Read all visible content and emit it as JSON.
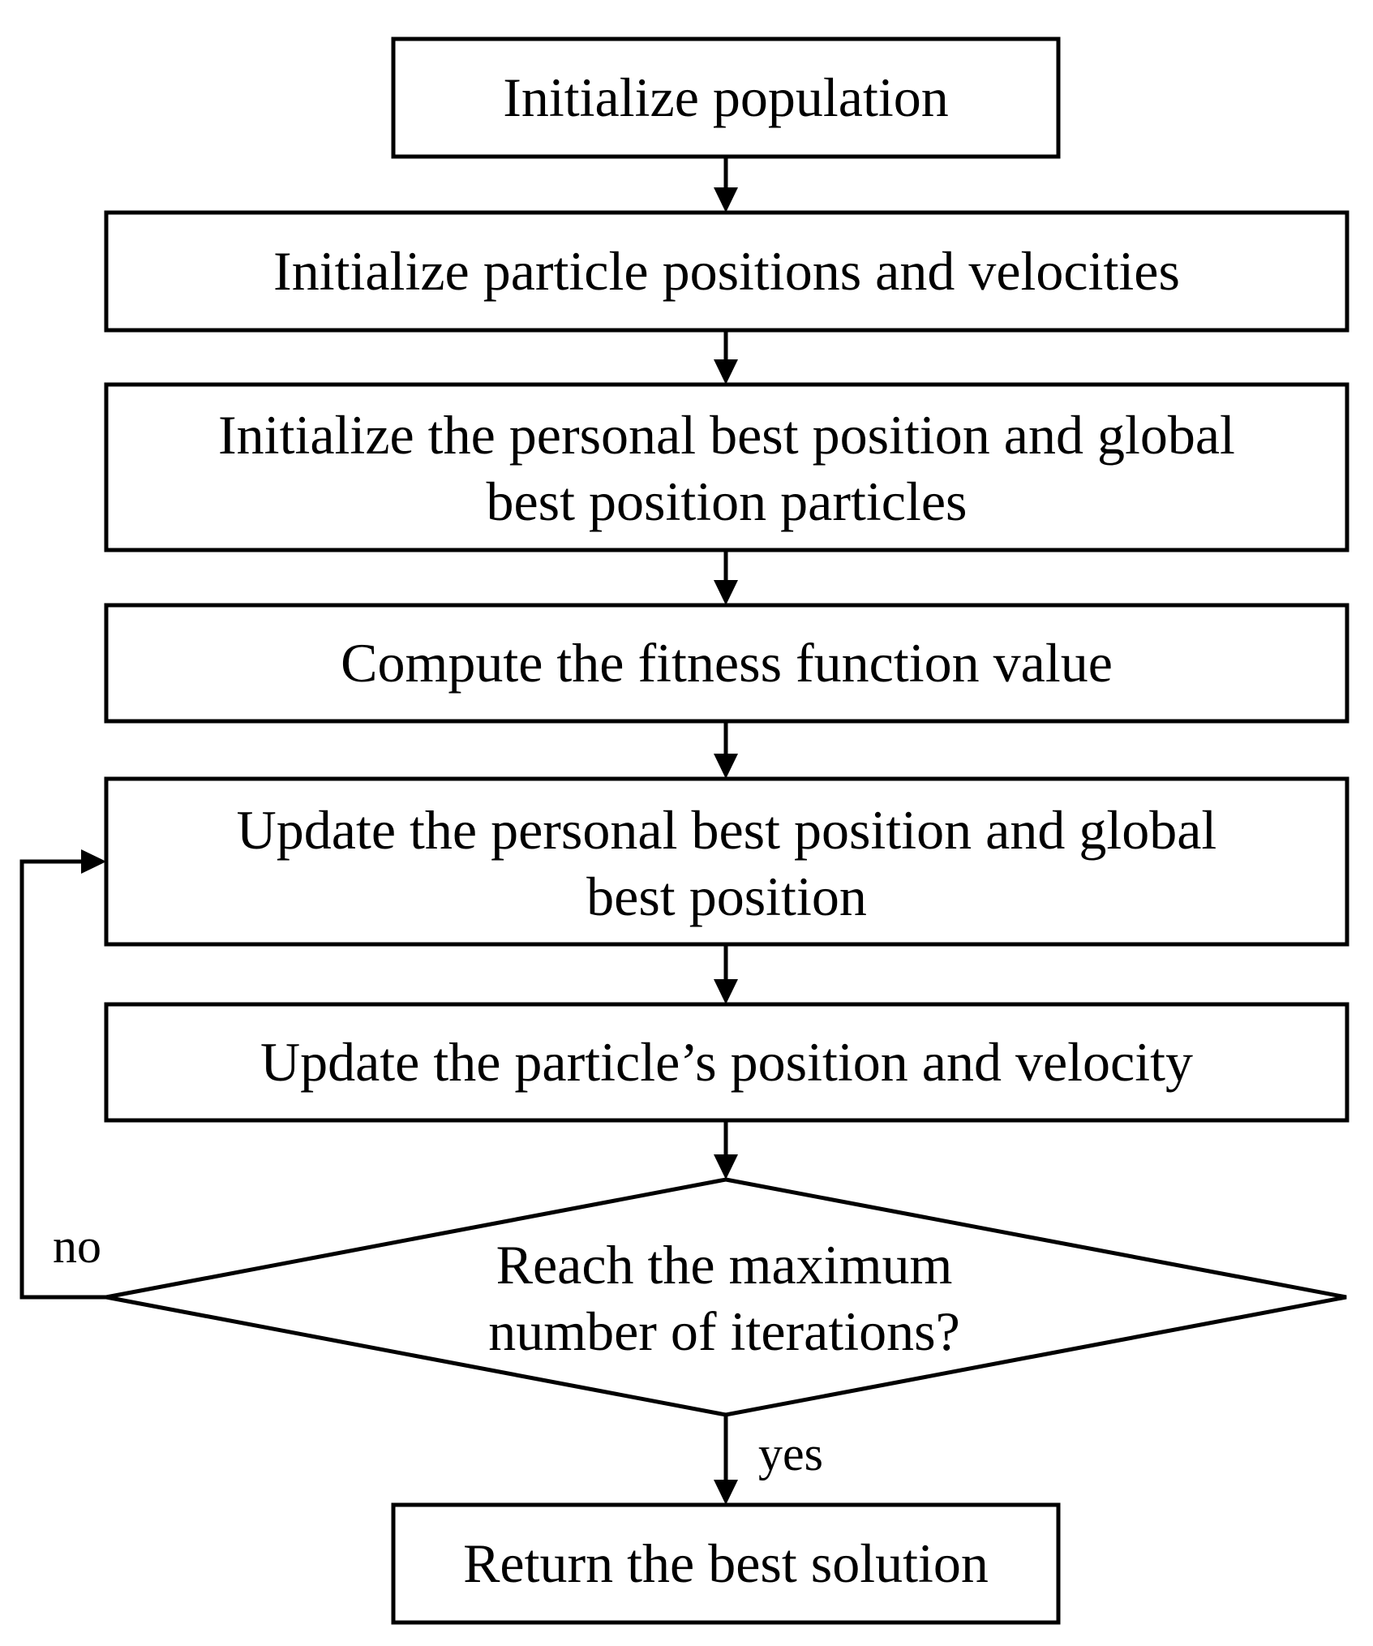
{
  "flowchart": {
    "nodes": [
      {
        "id": "init-population",
        "shape": "rectangle",
        "lines": [
          "Initialize population"
        ]
      },
      {
        "id": "init-positions",
        "shape": "rectangle",
        "lines": [
          "Initialize particle positions and velocities"
        ]
      },
      {
        "id": "init-best",
        "shape": "rectangle",
        "lines": [
          "Initialize the personal best position and global",
          "best position particles"
        ]
      },
      {
        "id": "compute-fitness",
        "shape": "rectangle",
        "lines": [
          "Compute the fitness function value"
        ]
      },
      {
        "id": "update-best",
        "shape": "rectangle",
        "lines": [
          "Update the personal best position and global",
          "best position"
        ]
      },
      {
        "id": "update-particle",
        "shape": "rectangle",
        "lines": [
          "Update the particle’s position and velocity"
        ]
      },
      {
        "id": "max-iterations-decision",
        "shape": "diamond",
        "lines": [
          "Reach the maximum",
          "number of iterations?"
        ]
      },
      {
        "id": "return-best",
        "shape": "rectangle",
        "lines": [
          "Return the best solution"
        ]
      }
    ],
    "edges": [
      {
        "from": "init-population",
        "to": "init-positions",
        "label": ""
      },
      {
        "from": "init-positions",
        "to": "init-best",
        "label": ""
      },
      {
        "from": "init-best",
        "to": "compute-fitness",
        "label": ""
      },
      {
        "from": "compute-fitness",
        "to": "update-best",
        "label": ""
      },
      {
        "from": "update-best",
        "to": "update-particle",
        "label": ""
      },
      {
        "from": "update-particle",
        "to": "max-iterations-decision",
        "label": ""
      },
      {
        "from": "max-iterations-decision",
        "to": "return-best",
        "label": "yes"
      },
      {
        "from": "max-iterations-decision",
        "to": "update-best",
        "label": "no"
      }
    ]
  }
}
